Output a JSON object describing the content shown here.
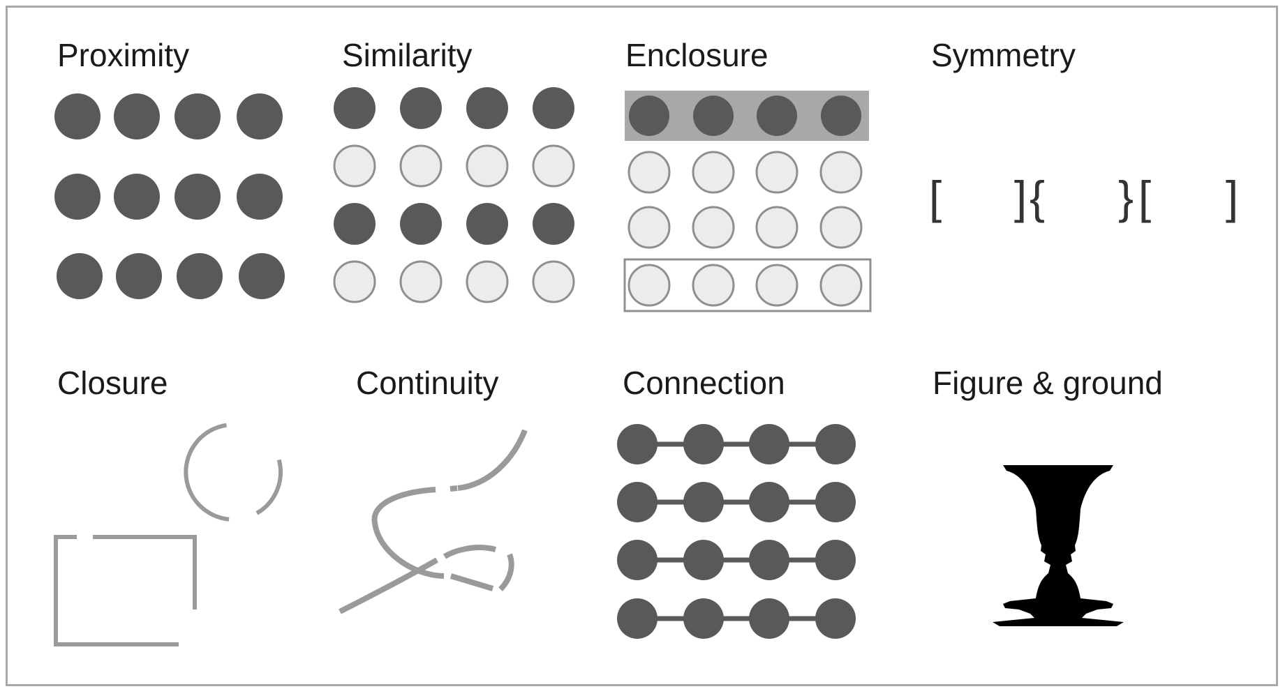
{
  "panels": {
    "proximity": {
      "title": "Proximity"
    },
    "similarity": {
      "title": "Similarity"
    },
    "enclosure": {
      "title": "Enclosure"
    },
    "symmetry": {
      "title": "Symmetry",
      "glyphs": [
        "[",
        "]",
        "{",
        "}",
        "[",
        "]"
      ]
    },
    "closure": {
      "title": "Closure"
    },
    "continuity": {
      "title": "Continuity"
    },
    "connection": {
      "title": "Connection"
    },
    "figure_ground": {
      "title": "Figure & ground"
    }
  },
  "colors": {
    "dark_dot": "#595959",
    "light_dot": "#ececec",
    "light_dot_stroke": "#8f8f8f",
    "enclosure_fill": "#a8a8a8",
    "line_gray": "#9a9a9a",
    "vase": "#000000",
    "frame": "#a9a9a9"
  }
}
